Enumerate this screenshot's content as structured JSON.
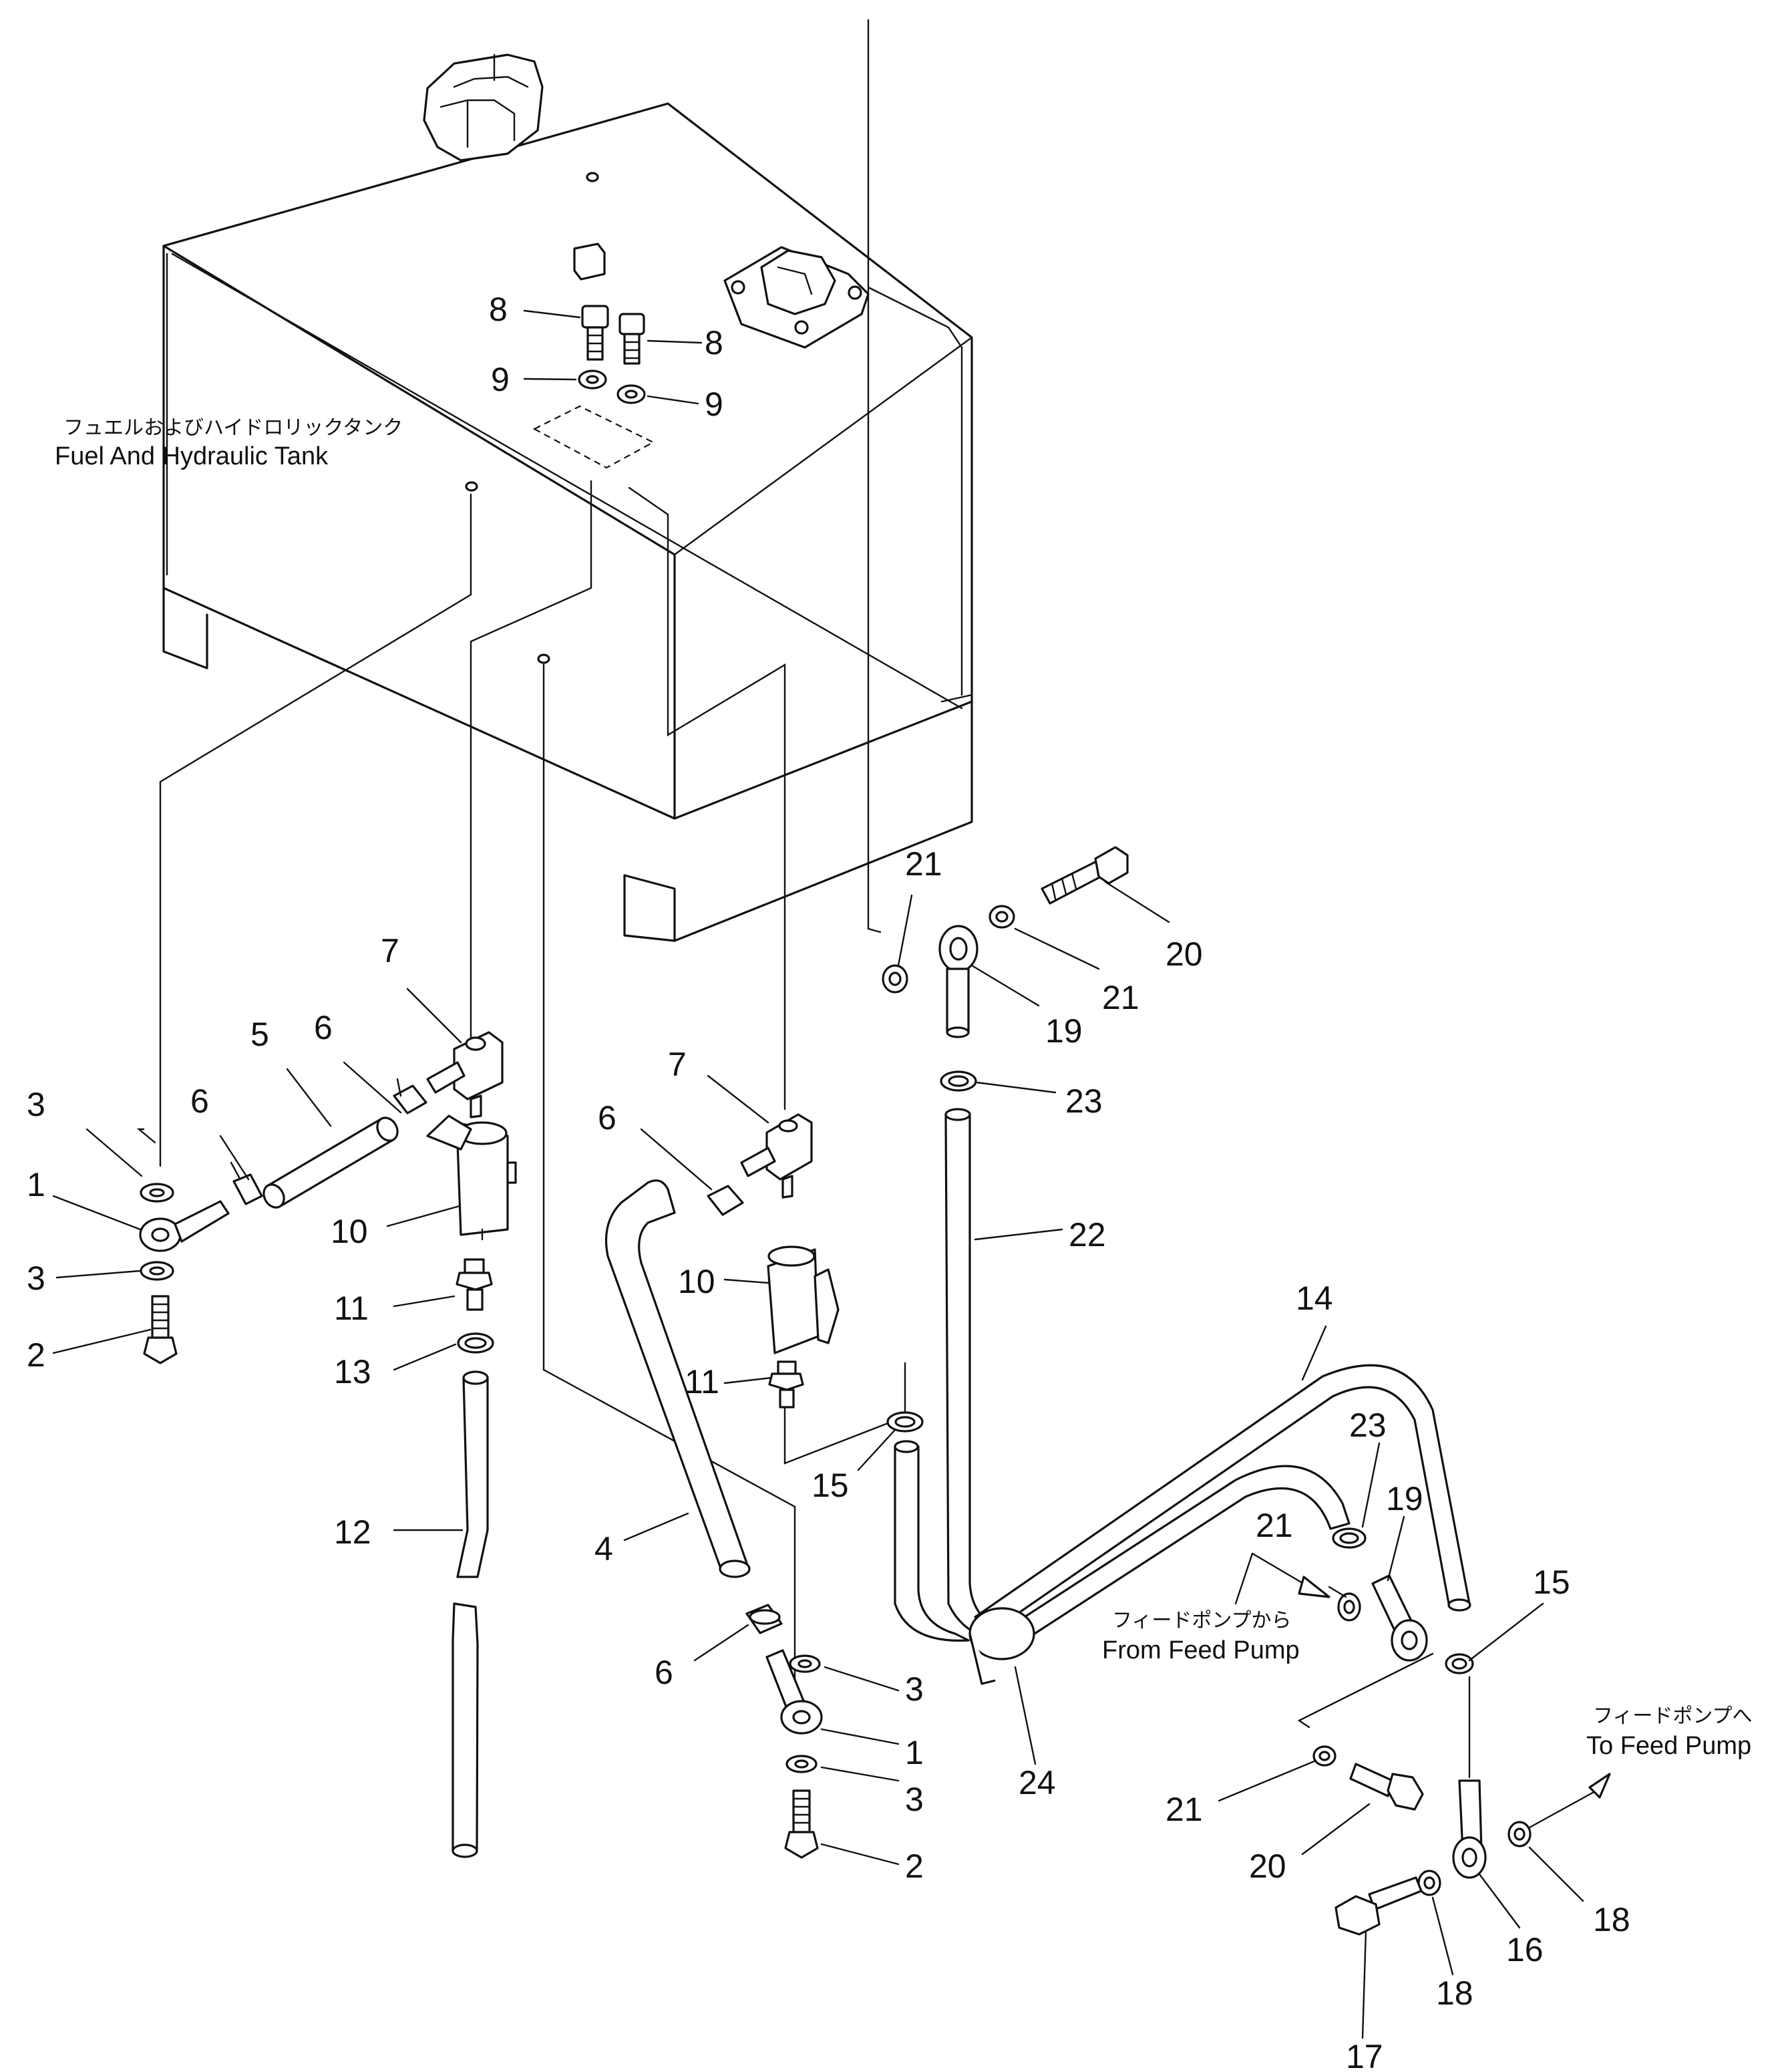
{
  "captions": {
    "tank_jp": "フュエルおよびハイドロリックタンク",
    "tank_en": "Fuel And Hydraulic Tank",
    "from_jp": "フィードポンプから",
    "from_en": "From Feed Pump",
    "to_jp": "フィードポンプへ",
    "to_en": "To Feed Pump"
  },
  "callouts": {
    "c8a": "8",
    "c8b": "8",
    "c9a": "9",
    "c9b": "9",
    "c7a": "7",
    "c7b": "7",
    "c6a": "6",
    "c6b": "6",
    "c6c": "6",
    "c6d": "6",
    "c5": "5",
    "c3a": "3",
    "c3b": "3",
    "c3c": "3",
    "c3d": "3",
    "c1a": "1",
    "c1b": "1",
    "c2a": "2",
    "c2b": "2",
    "c10a": "10",
    "c10b": "10",
    "c11a": "11",
    "c11b": "11",
    "c13": "13",
    "c12": "12",
    "c4": "4",
    "c15a": "15",
    "c15b": "15",
    "c21a": "21",
    "c21b": "21",
    "c21c": "21",
    "c21d": "21",
    "c20a": "20",
    "c20b": "20",
    "c19a": "19",
    "c19b": "19",
    "c23a": "23",
    "c23b": "23",
    "c22": "22",
    "c14": "14",
    "c24": "24",
    "c16": "16",
    "c17": "17",
    "c18a": "18",
    "c18b": "18"
  }
}
